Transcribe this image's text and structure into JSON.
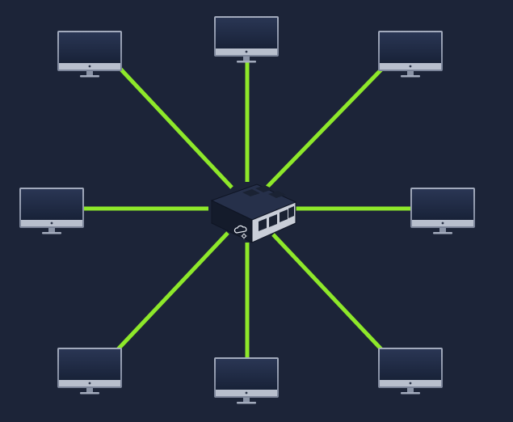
{
  "colors": {
    "background": "#1c2438",
    "link": "#8ee82a",
    "monitor_frame": "#8a93a6",
    "monitor_screen": "#1f2a43",
    "switch_body": "#1a2233",
    "switch_face": "#c9ced8"
  },
  "diagram": {
    "topology": "star",
    "hub": {
      "kind": "network-switch",
      "port_count": 4,
      "icon": "cloud-settings-icon"
    },
    "nodes": [
      {
        "id": "monitor-top-left",
        "kind": "monitor"
      },
      {
        "id": "monitor-top",
        "kind": "monitor"
      },
      {
        "id": "monitor-top-right",
        "kind": "monitor"
      },
      {
        "id": "monitor-left",
        "kind": "monitor"
      },
      {
        "id": "monitor-right",
        "kind": "monitor"
      },
      {
        "id": "monitor-bottom-left",
        "kind": "monitor"
      },
      {
        "id": "monitor-bottom",
        "kind": "monitor"
      },
      {
        "id": "monitor-bottom-right",
        "kind": "monitor"
      }
    ]
  }
}
